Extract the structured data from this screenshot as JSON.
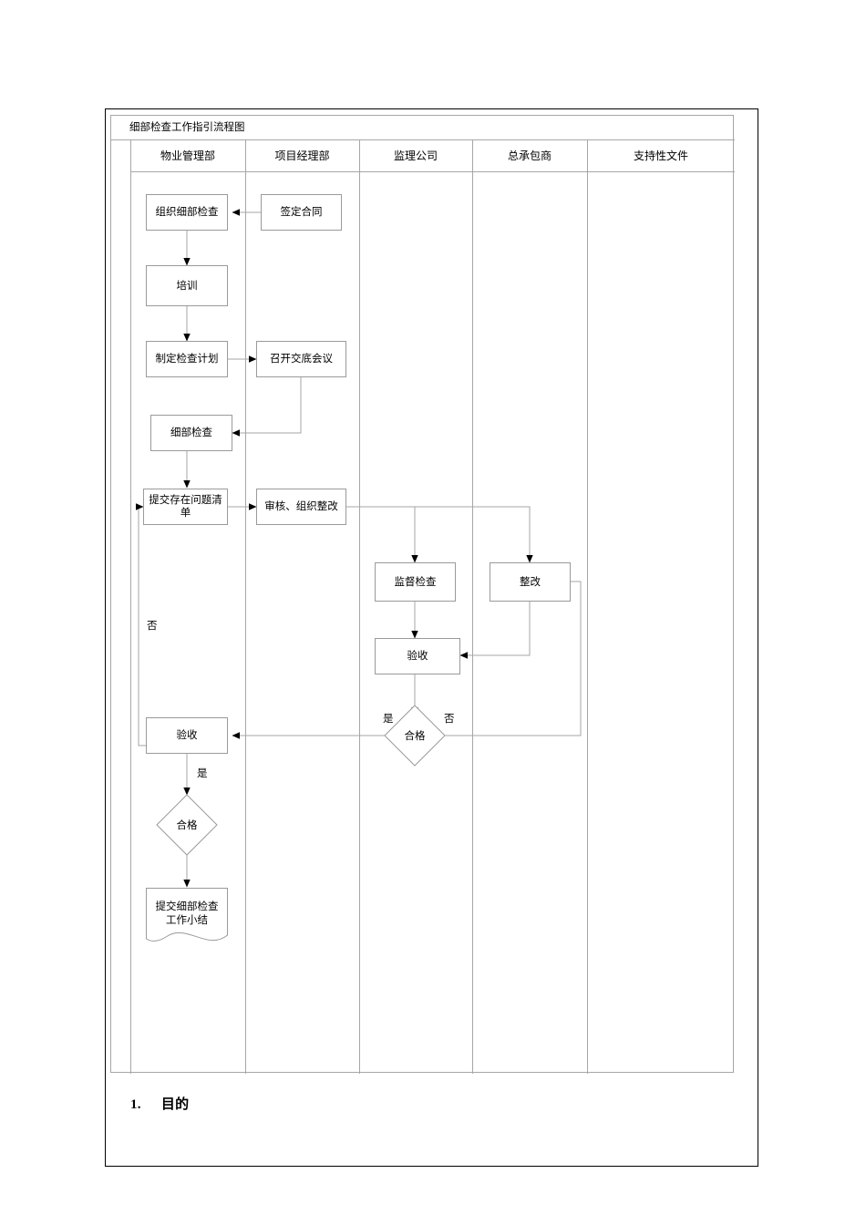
{
  "document": {
    "flow_title": "细部检查工作指引流程图",
    "section_heading_number": "1.",
    "section_heading_text": "目的"
  },
  "table": {
    "columns": [
      {
        "id": "property-management",
        "label": "物业管理部"
      },
      {
        "id": "project-management",
        "label": "项目经理部"
      },
      {
        "id": "supervision-company",
        "label": "监理公司"
      },
      {
        "id": "general-contractor",
        "label": "总承包商"
      },
      {
        "id": "supporting-documents",
        "label": "支持性文件"
      }
    ]
  },
  "chart_data": {
    "type": "diagram",
    "diagram_kind": "cross-functional-flowchart",
    "title": "细部检查工作指引流程图",
    "lanes": [
      "物业管理部",
      "项目经理部",
      "监理公司",
      "总承包商",
      "支持性文件"
    ],
    "nodes": [
      {
        "id": "n1",
        "label": "组织细部检查",
        "shape": "process",
        "lane": "物业管理部"
      },
      {
        "id": "n2",
        "label": "签定合同",
        "shape": "process",
        "lane": "项目经理部"
      },
      {
        "id": "n3",
        "label": "培训",
        "shape": "process",
        "lane": "物业管理部"
      },
      {
        "id": "n4",
        "label": "制定检查计划",
        "shape": "process",
        "lane": "物业管理部"
      },
      {
        "id": "n5",
        "label": "召开交底会议",
        "shape": "process",
        "lane": "项目经理部"
      },
      {
        "id": "n6",
        "label": "细部检查",
        "shape": "process",
        "lane": "物业管理部"
      },
      {
        "id": "n7",
        "label": "提交存在问题清单",
        "shape": "process",
        "lane": "物业管理部"
      },
      {
        "id": "n8",
        "label": "审核、组织整改",
        "shape": "process",
        "lane": "项目经理部"
      },
      {
        "id": "n9",
        "label": "监督检查",
        "shape": "process",
        "lane": "监理公司"
      },
      {
        "id": "n10",
        "label": "整改",
        "shape": "process",
        "lane": "总承包商"
      },
      {
        "id": "n11",
        "label": "验收",
        "shape": "process",
        "lane": "监理公司"
      },
      {
        "id": "n12",
        "label": "合格",
        "shape": "decision",
        "lane": "监理公司"
      },
      {
        "id": "n13",
        "label": "验收",
        "shape": "process",
        "lane": "物业管理部"
      },
      {
        "id": "n14",
        "label": "合格",
        "shape": "decision",
        "lane": "物业管理部"
      },
      {
        "id": "n15",
        "label": "提交细部检查\n工作小结",
        "shape": "document",
        "lane": "物业管理部"
      }
    ],
    "edges": [
      {
        "from": "n2",
        "to": "n1",
        "label": ""
      },
      {
        "from": "n1",
        "to": "n3",
        "label": ""
      },
      {
        "from": "n3",
        "to": "n4",
        "label": ""
      },
      {
        "from": "n4",
        "to": "n5",
        "label": ""
      },
      {
        "from": "n5",
        "to": "n6",
        "label": ""
      },
      {
        "from": "n6",
        "to": "n7",
        "label": ""
      },
      {
        "from": "n7",
        "to": "n8",
        "label": ""
      },
      {
        "from": "n8",
        "to": "n9",
        "label": ""
      },
      {
        "from": "n8",
        "to": "n10",
        "label": ""
      },
      {
        "from": "n9",
        "to": "n11",
        "label": ""
      },
      {
        "from": "n10",
        "to": "n11",
        "label": ""
      },
      {
        "from": "n11",
        "to": "n12",
        "label": ""
      },
      {
        "from": "n12",
        "to": "n13",
        "label": "是"
      },
      {
        "from": "n12",
        "to": "n10",
        "label": "否"
      },
      {
        "from": "n13",
        "to": "n14",
        "label": "是"
      },
      {
        "from": "n13",
        "to": "n7",
        "label": "否"
      },
      {
        "from": "n14",
        "to": "n15",
        "label": ""
      }
    ],
    "edge_labels": [
      {
        "id": "lbl-no-left",
        "text": "否"
      },
      {
        "id": "lbl-yes-mid",
        "text": "是"
      },
      {
        "id": "lbl-no-mid",
        "text": "否"
      },
      {
        "id": "lbl-yes-bottom",
        "text": "是"
      }
    ]
  },
  "colors": {
    "page_border": "#000000",
    "table_border": "#a6a6a6",
    "node_border": "#9a9a9a",
    "connector": "#a6a6a6",
    "arrowhead": "#000000",
    "text": "#000000",
    "background": "#ffffff"
  }
}
